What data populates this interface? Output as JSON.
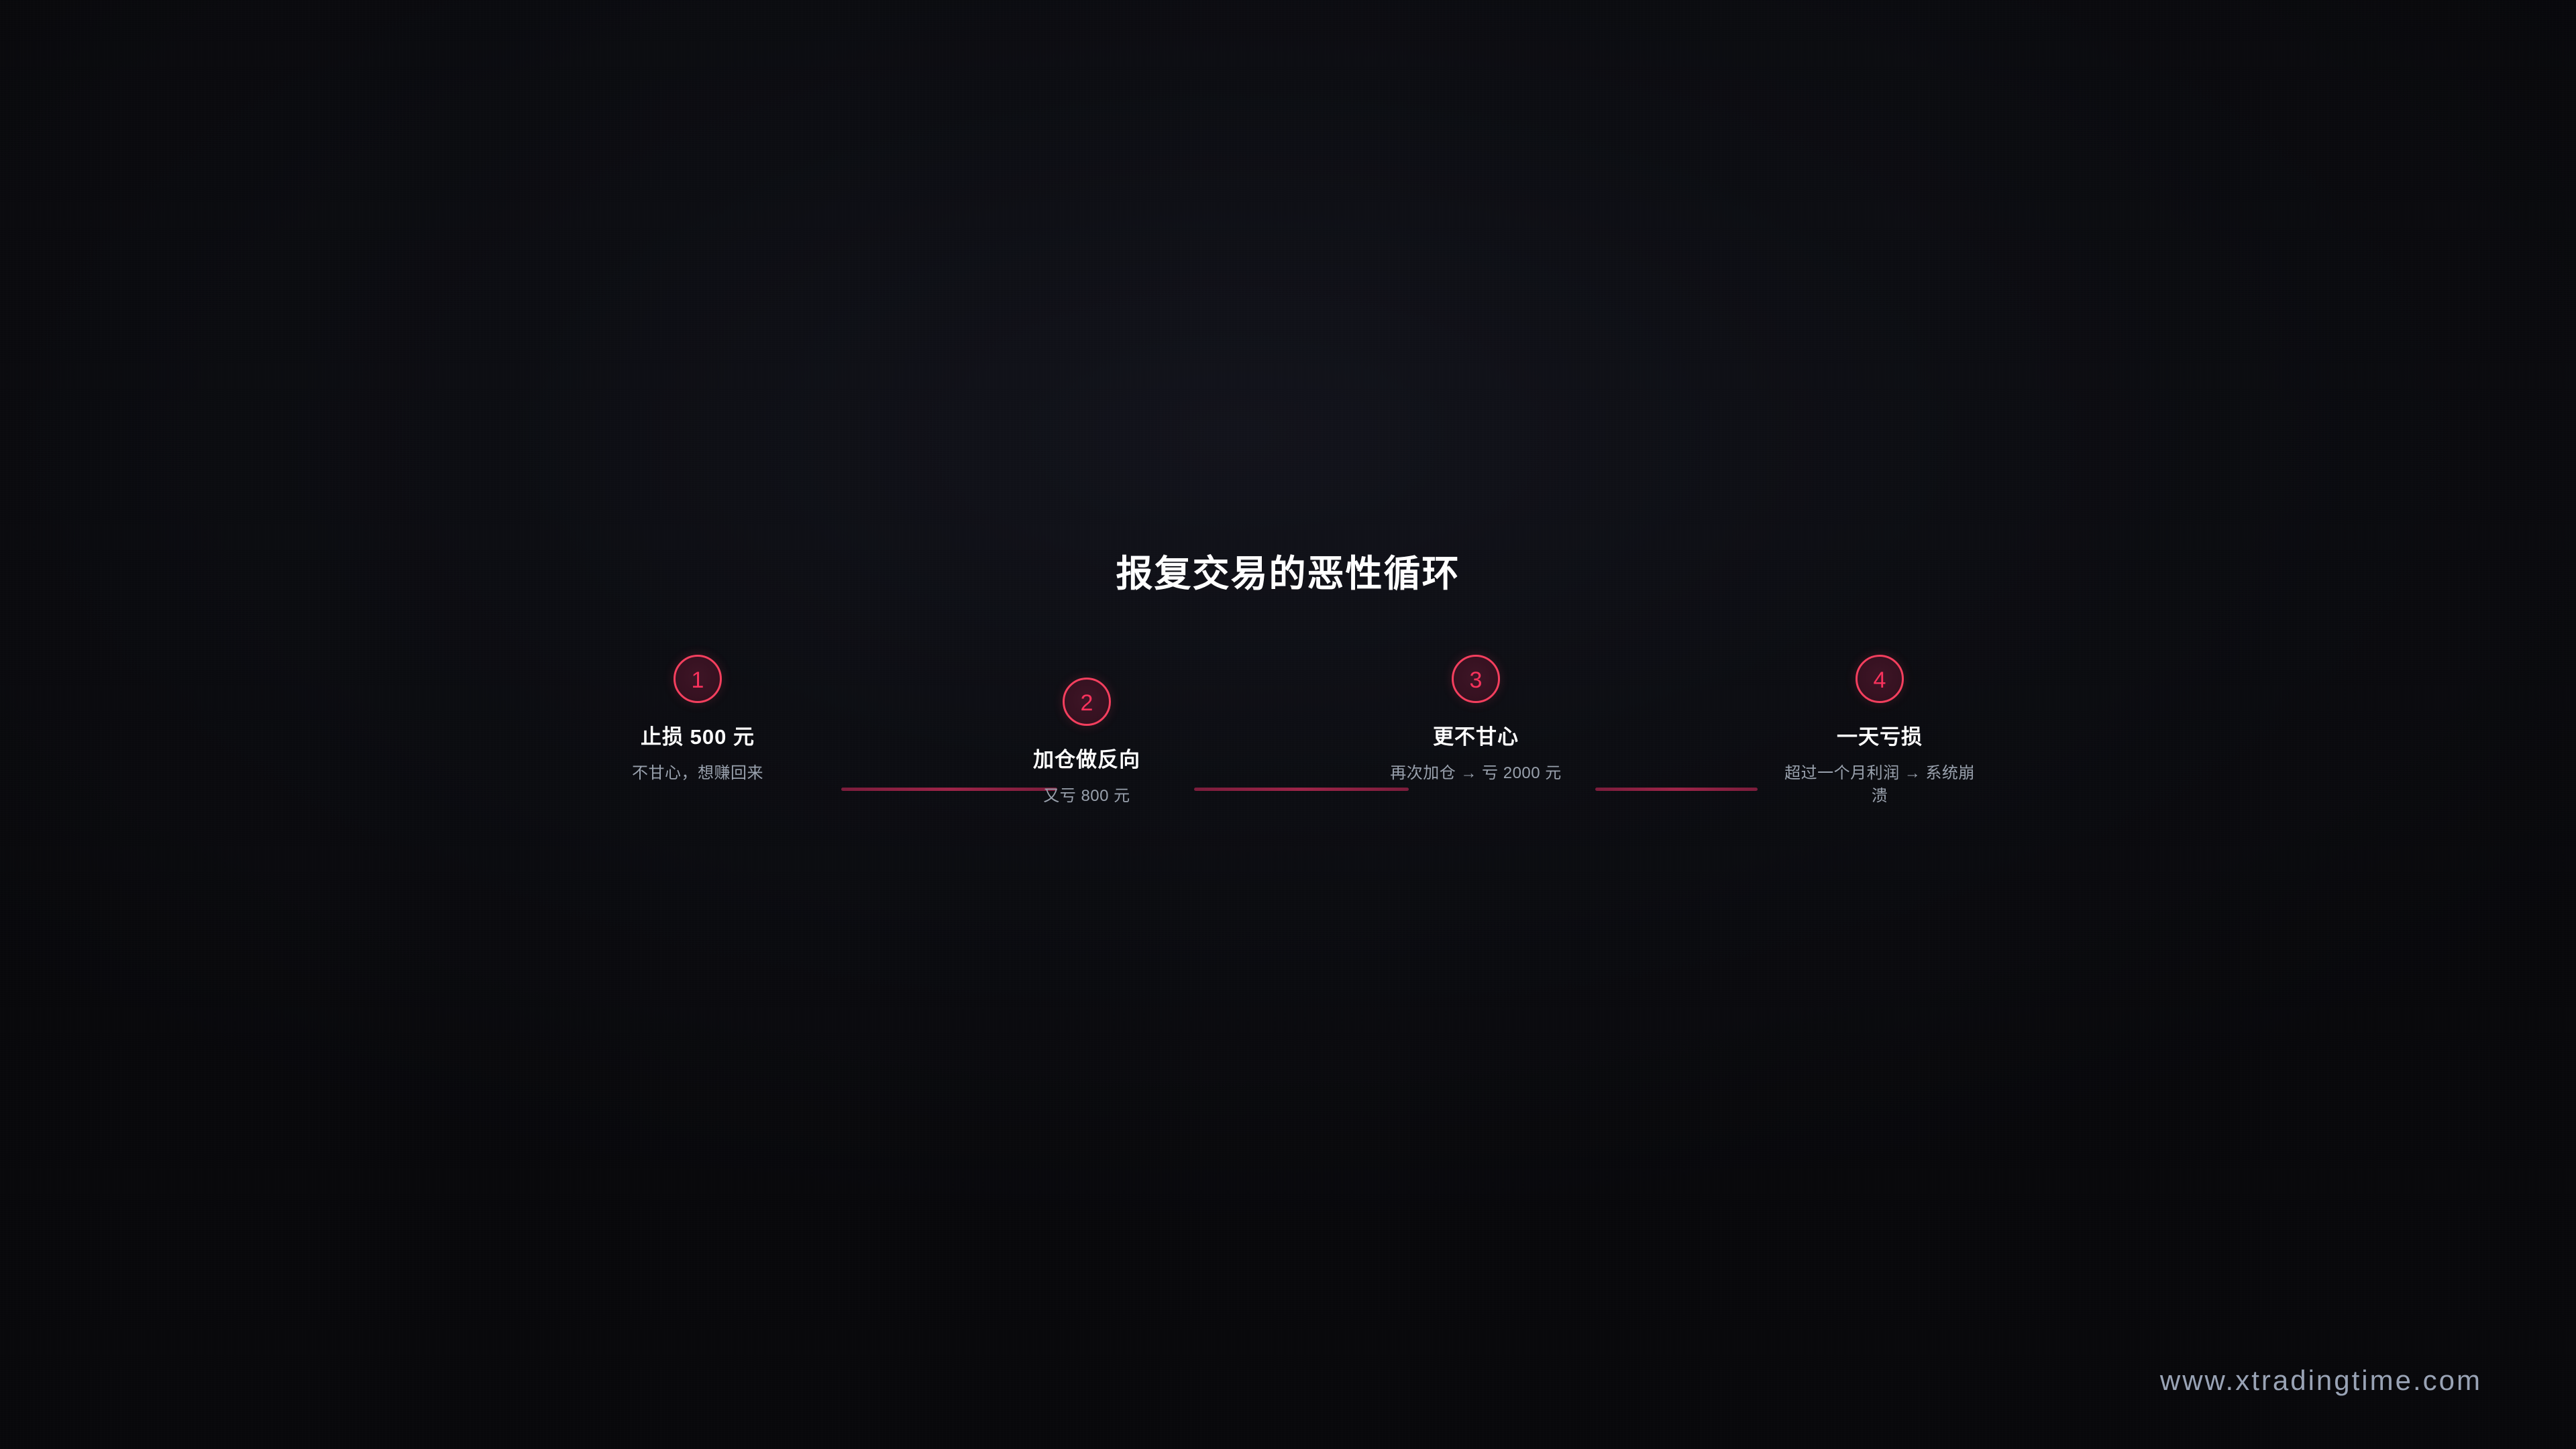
{
  "slide": {
    "title": "报复交易的恶性循环",
    "background_color": "#08080b",
    "accent_color": "#f43f5e",
    "connector_color": "#9d2448",
    "title_color": "#ffffff",
    "desc_color": "#99a1ad"
  },
  "steps": [
    {
      "number": "1",
      "title": "止损 500 元",
      "desc": "不甘心，想赚回来"
    },
    {
      "number": "2",
      "title": "加仓做反向",
      "desc": "又亏 800 元"
    },
    {
      "number": "3",
      "title": "更不甘心",
      "desc": "再次加仓 → 亏 2000 元"
    },
    {
      "number": "4",
      "title": "一天亏损",
      "desc": "超过一个月利润 → 系统崩溃"
    }
  ],
  "footer": {
    "url": "www.xtradingtime.com"
  }
}
